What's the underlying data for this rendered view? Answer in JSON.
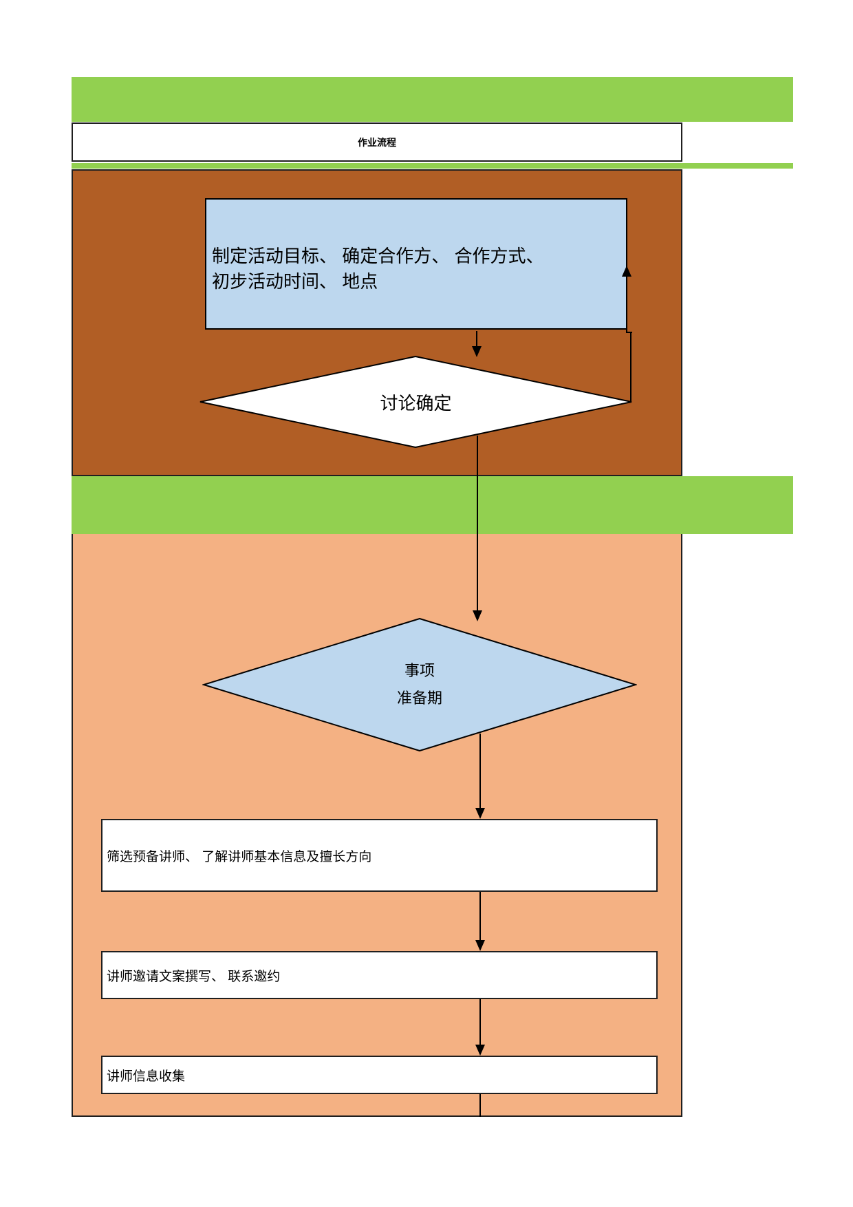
{
  "header": {
    "title": "作业流程"
  },
  "colors": {
    "green": "#92D050",
    "brown": "#B15E25",
    "orange": "#F4B183",
    "light_blue": "#BDD7EE",
    "shape_border": "#1F1F1F",
    "line": "#000000"
  },
  "phase1": {
    "process_box": {
      "line1": "制定活动目标、 确定合作方、 合作方式、",
      "line2": "初步活动时间、 地点"
    },
    "decision_label": "讨论确定"
  },
  "phase2": {
    "decision_line1": "事项",
    "decision_line2": "准备期",
    "steps": [
      "筛选预备讲师、 了解讲师基本信息及擅长方向",
      "讲师邀请文案撰写、 联系邀约",
      "讲师信息收集"
    ]
  }
}
